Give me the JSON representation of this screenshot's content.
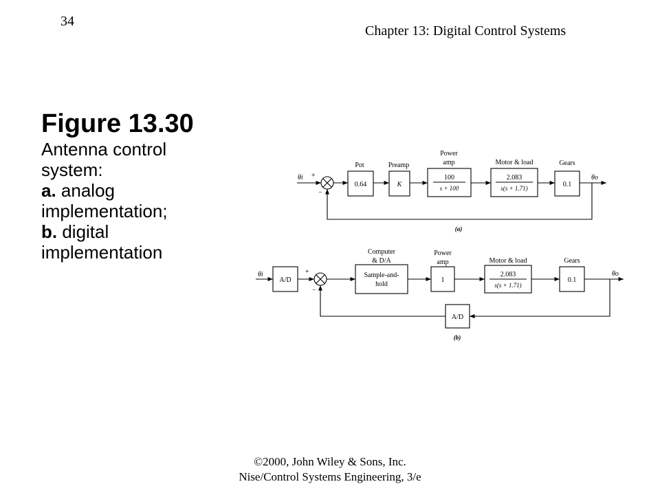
{
  "header": {
    "page_number": "34",
    "chapter_title": "Chapter 13: Digital Control Systems"
  },
  "caption": {
    "figure_title": "Figure 13.30",
    "line1": "Antenna control",
    "line2": "system:",
    "a_marker": "a.",
    "a_text": " analog",
    "line4": "implementation;",
    "b_marker": "b.",
    "b_text": " digital",
    "line6": "implementation"
  },
  "diagram_a": {
    "input": "θi",
    "output": "θo",
    "sum_plus": "+",
    "sum_minus": "−",
    "pot_label": "Pot",
    "pot_gain": "0.64",
    "preamp_label": "Preamp",
    "preamp_gain": "K",
    "power_amp_label_1": "Power",
    "power_amp_label_2": "amp",
    "power_amp_num": "100",
    "power_amp_den": "s + 100",
    "motor_label": "Motor & load",
    "motor_num": "2.083",
    "motor_den": "s(s + 1.71)",
    "gears_label": "Gears",
    "gears_gain": "0.1",
    "part_label": "(a)"
  },
  "diagram_b": {
    "input": "θi",
    "output": "θo",
    "sum_plus": "+",
    "sum_minus": "−",
    "ad_input": "A/D",
    "computer_label_1": "Computer",
    "computer_label_2": "& D/A",
    "sample_hold_1": "Sample-and-",
    "sample_hold_2": "hold",
    "power_amp_label_1": "Power",
    "power_amp_label_2": "amp",
    "power_amp_gain": "1",
    "motor_label": "Motor & load",
    "motor_num": "2.083",
    "motor_den": "s(s + 1.71)",
    "gears_label": "Gears",
    "gears_gain": "0.1",
    "ad_feedback": "A/D",
    "part_label": "(b)"
  },
  "footer": {
    "line1": "©2000, John Wiley & Sons, Inc.",
    "line2": "Nise/Control Systems Engineering, 3/e"
  }
}
